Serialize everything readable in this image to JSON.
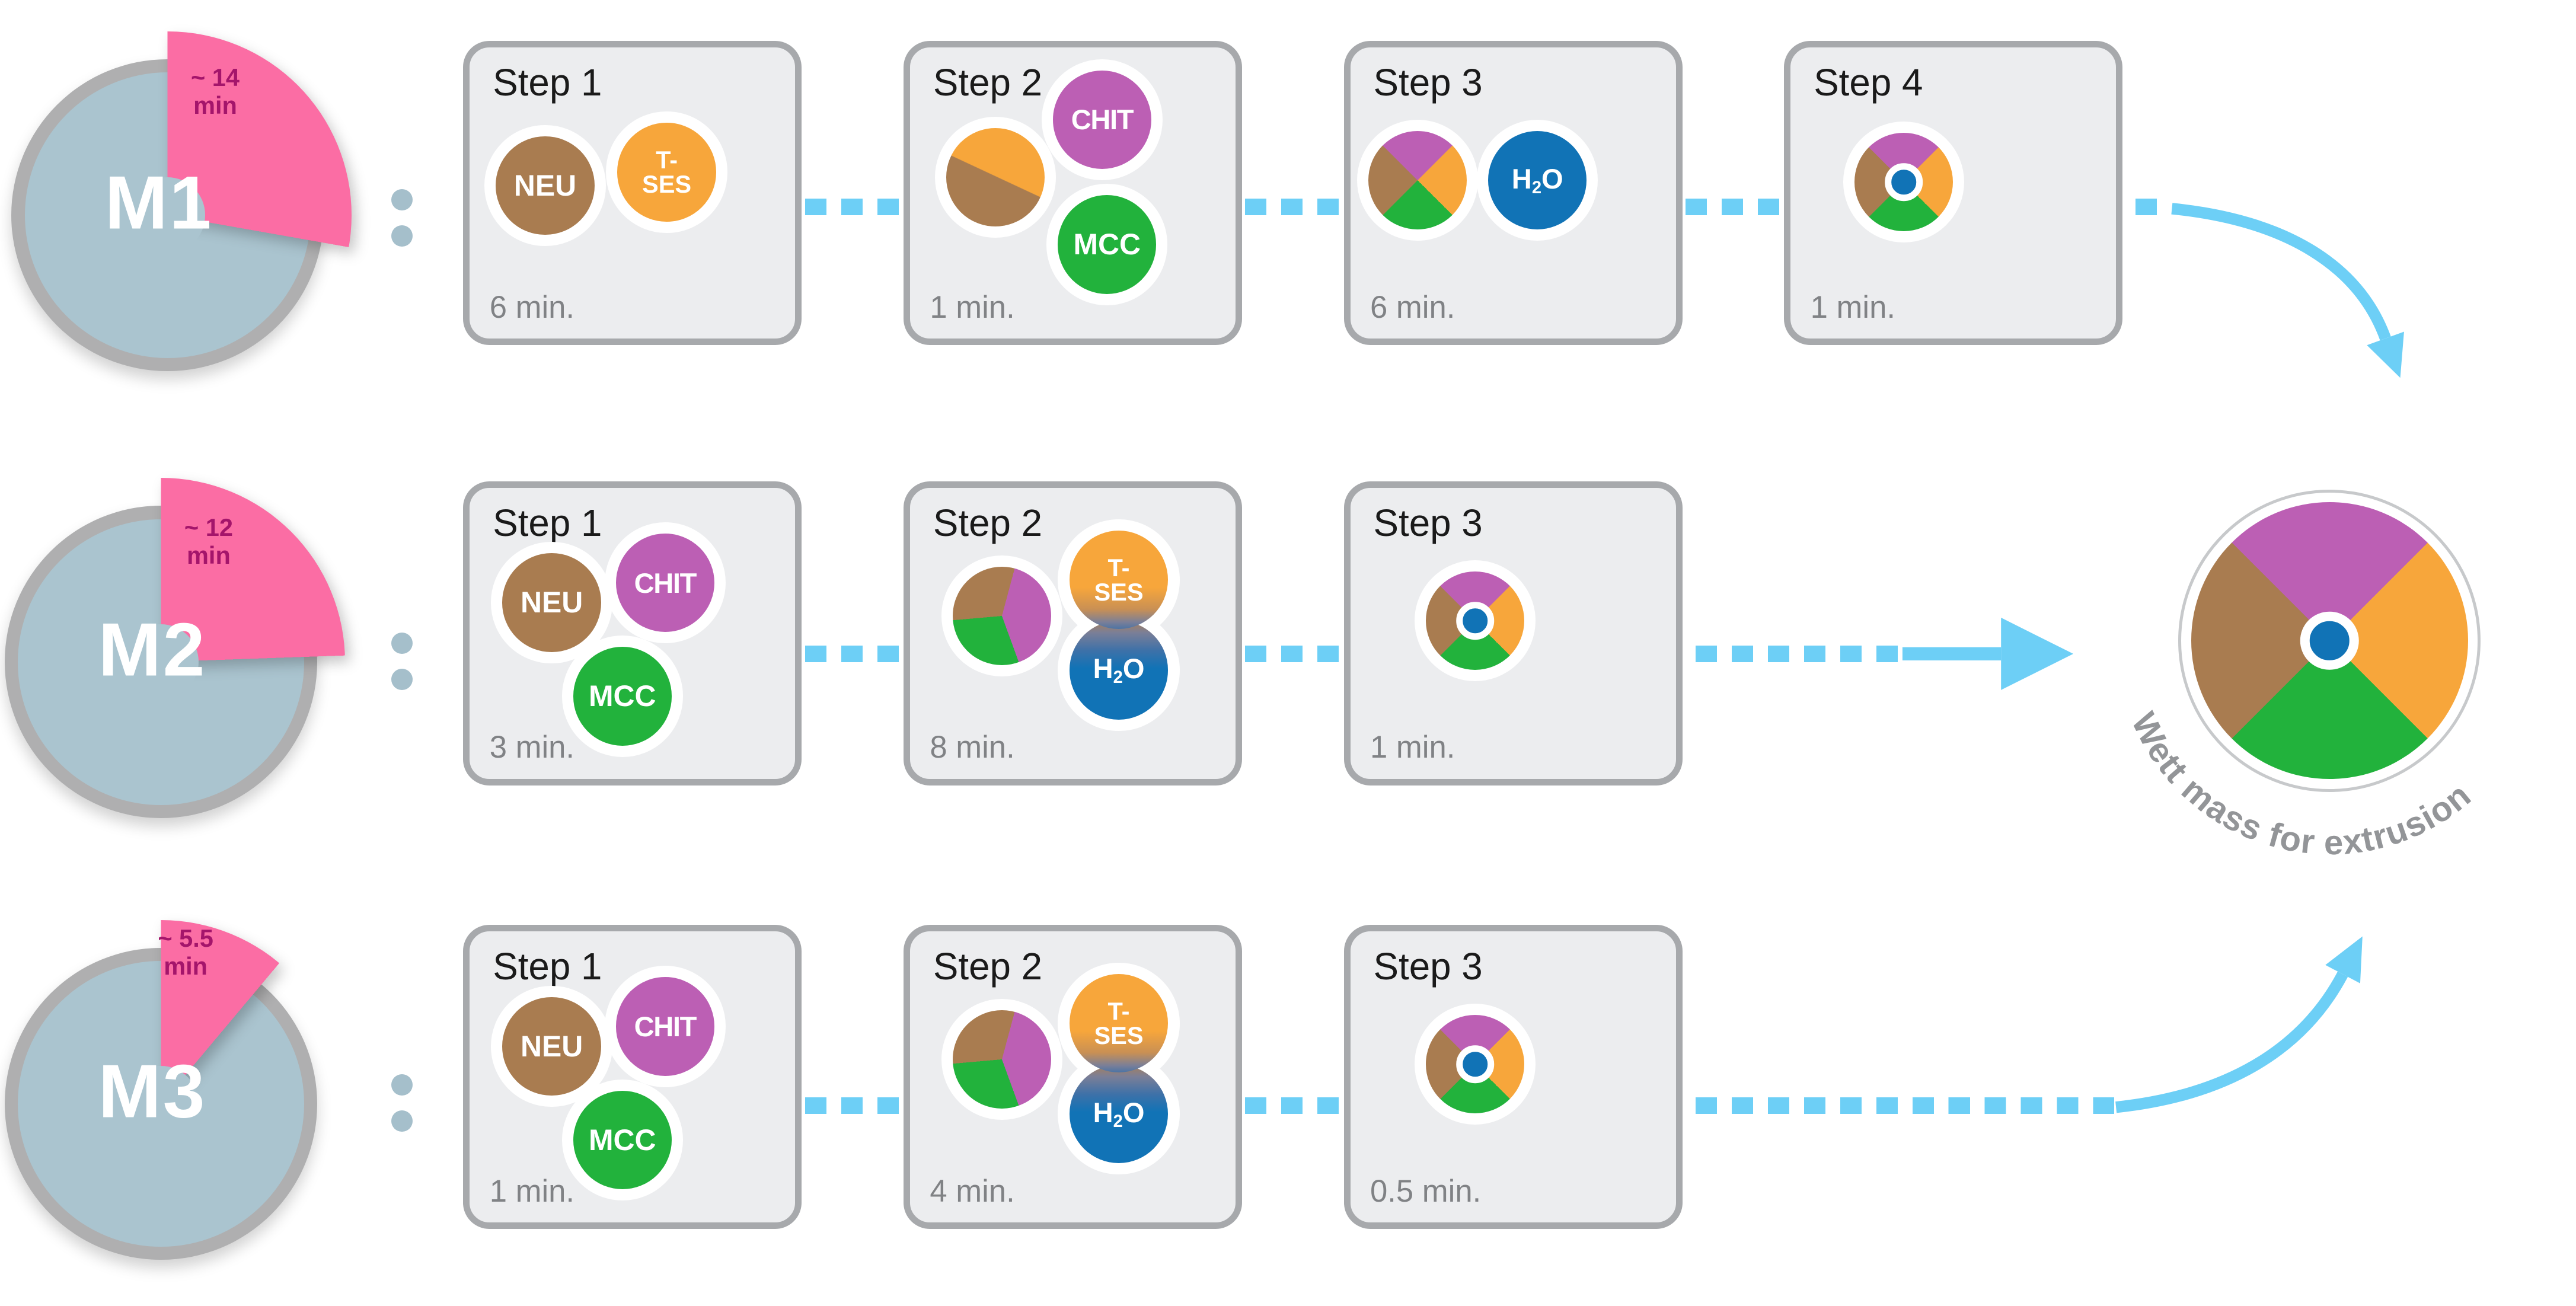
{
  "result": {
    "label": "Wett mass for extrusion"
  },
  "ingredients": {
    "neu": "NEU",
    "tses_l1": "T-",
    "tses_l2": "SES",
    "chit": "CHIT",
    "mcc": "MCC",
    "h2o_h": "H",
    "h2o_sub": "2",
    "h2o_o": "O"
  },
  "methods": [
    {
      "name": "M1",
      "duration_line1": "~ 14",
      "duration_line2": "min",
      "wedge_deg": 100,
      "steps": [
        {
          "label": "Step 1",
          "time": "6 min."
        },
        {
          "label": "Step 2",
          "time": "1 min."
        },
        {
          "label": "Step 3",
          "time": "6 min."
        },
        {
          "label": "Step 4",
          "time": "1 min."
        }
      ]
    },
    {
      "name": "M2",
      "duration_line1": "~ 12",
      "duration_line2": "min",
      "wedge_deg": 88,
      "steps": [
        {
          "label": "Step 1",
          "time": "3 min."
        },
        {
          "label": "Step 2",
          "time": "8 min."
        },
        {
          "label": "Step 3",
          "time": "1 min."
        }
      ]
    },
    {
      "name": "M3",
      "duration_line1": "~ 5.5",
      "duration_line2": "min",
      "wedge_deg": 40,
      "steps": [
        {
          "label": "Step 1",
          "time": "1 min."
        },
        {
          "label": "Step 2",
          "time": "4 min."
        },
        {
          "label": "Step 3",
          "time": "0.5 min."
        }
      ]
    }
  ],
  "colors": {
    "neu_brown": "#A97C50",
    "tses_orange": "#F7A63B",
    "chit_purple": "#BC5FB4",
    "mcc_green": "#22B23C",
    "h2o_blue": "#1173B6",
    "duration_pink": "#FB6DA4",
    "duration_text": "#A4156B",
    "method_circle_fill": "#AAC4CF",
    "method_circle_ring": "#AFAFB0",
    "box_fill": "#ECEDEF",
    "box_border": "#A7A9AC",
    "arrow_cyan": "#6DCFF6",
    "step_text": "#1A1A1A",
    "time_text": "#808285",
    "result_text": "#939598"
  }
}
